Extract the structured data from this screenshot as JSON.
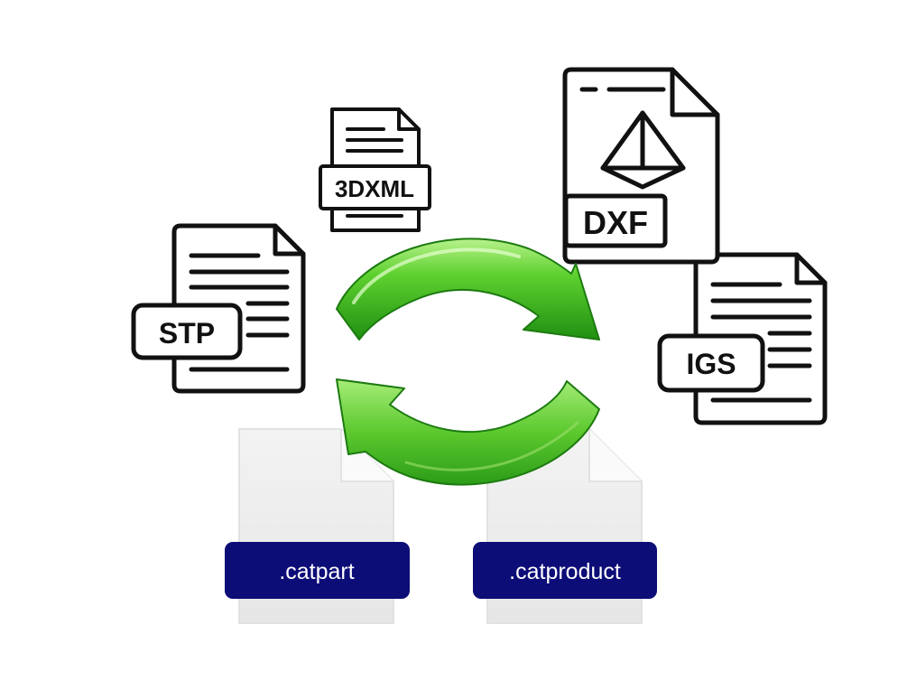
{
  "files": {
    "stp": {
      "label": "STP",
      "icon": "stp-document-icon"
    },
    "threedxml": {
      "label": "3DXML",
      "icon": "3dxml-document-icon"
    },
    "dxf": {
      "label": "DXF",
      "icon": "dxf-document-icon"
    },
    "igs": {
      "label": "IGS",
      "icon": "igs-document-icon"
    },
    "catpart": {
      "label": ".catpart",
      "icon": "catpart-file-icon"
    },
    "catproduct": {
      "label": ".catproduct",
      "icon": "catproduct-file-icon"
    }
  },
  "arrows": {
    "icon": "green-sync-arrows-icon",
    "color": "#3cb81e"
  },
  "colors": {
    "badge": "#0d0d78",
    "outline": "#111111",
    "ghost_paper": "#eeeeee"
  }
}
